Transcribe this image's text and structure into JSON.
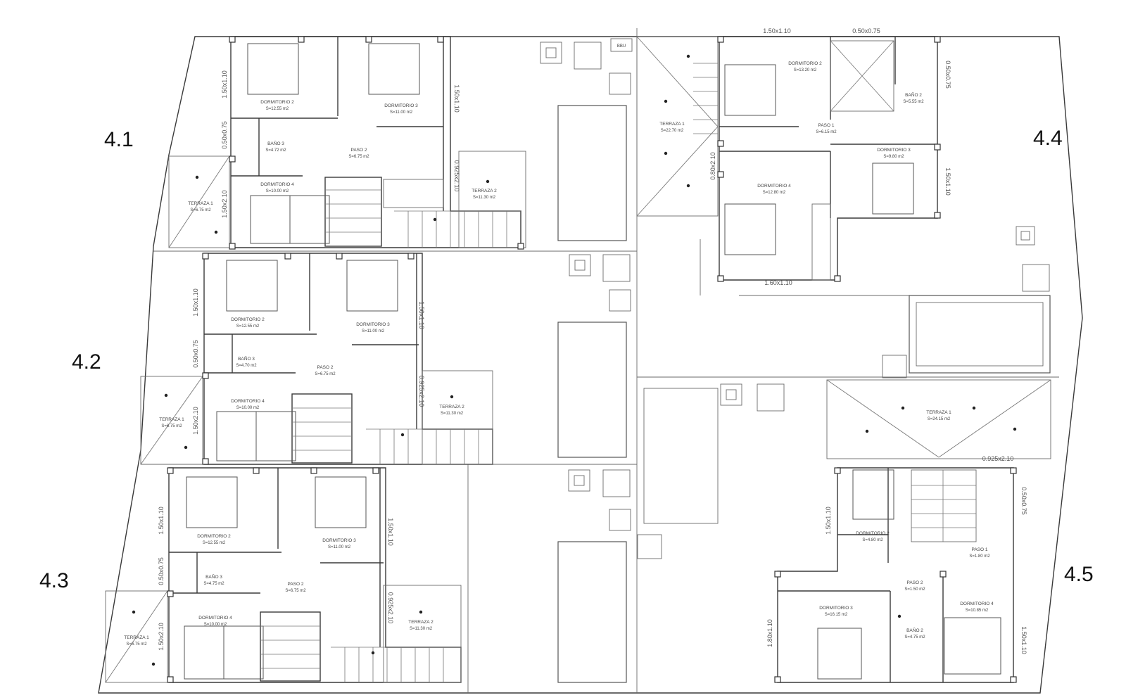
{
  "unit_labels": {
    "u41": "4.1",
    "u42": "4.2",
    "u43": "4.3",
    "u44": "4.4",
    "u45": "4.5"
  },
  "plan_41": {
    "dorm2": {
      "name": "DORMITORIO 2",
      "area": "S=12.55 m2"
    },
    "dorm3": {
      "name": "DORMITORIO 3",
      "area": "S=11.00 m2"
    },
    "bano3": {
      "name": "BAÑO 3",
      "area": "S=4.72 m2"
    },
    "paso2": {
      "name": "PASO 2",
      "area": "S=6.75 m2"
    },
    "dorm4": {
      "name": "DORMITORIO 4",
      "area": "S=10.00 m2"
    },
    "terr1": {
      "name": "TERRAZA 1",
      "area": "S=6.75 m2"
    },
    "terr2": {
      "name": "TERRAZA 2",
      "area": "S=11.30 m2"
    },
    "dims": {
      "d1": "1.50x1.10",
      "d2": "0.50x0.75",
      "d3": "1.50x2.10",
      "d4": "1.50x1.10",
      "d5": "0.925x2.10"
    }
  },
  "plan_42": {
    "dorm2": {
      "name": "DORMITORIO 2",
      "area": "S=12.55 m2"
    },
    "dorm3": {
      "name": "DORMITORIO 3",
      "area": "S=11.00 m2"
    },
    "bano3": {
      "name": "BAÑO 3",
      "area": "S=4.70 m2"
    },
    "paso2": {
      "name": "PASO 2",
      "area": "S=6.75 m2"
    },
    "dorm4": {
      "name": "DORMITORIO 4",
      "area": "S=10.00 m2"
    },
    "terr1": {
      "name": "TERRAZA 1",
      "area": "S=6.75 m2"
    },
    "terr2": {
      "name": "TERRAZA 2",
      "area": "S=11.30 m2"
    },
    "dims": {
      "d1": "1.50x1.10",
      "d2": "0.50x0.75",
      "d3": "1.50x2.10",
      "d4": "1.50x1.10",
      "d5": "0.925x2.10"
    }
  },
  "plan_43": {
    "dorm2": {
      "name": "DORMITORIO 2",
      "area": "S=12.55 m2"
    },
    "dorm3": {
      "name": "DORMITORIO 3",
      "area": "S=11.00 m2"
    },
    "bano3": {
      "name": "BAÑO 3",
      "area": "S=4.75 m2"
    },
    "paso2": {
      "name": "PASO 2",
      "area": "S=6.75 m2"
    },
    "dorm4": {
      "name": "DORMITORIO 4",
      "area": "S=10.00 m2"
    },
    "terr1": {
      "name": "TERRAZA 1",
      "area": "S=6.75 m2"
    },
    "terr2": {
      "name": "TERRAZA 2",
      "area": "S=11.30 m2"
    },
    "dims": {
      "d1": "1.50x1.10",
      "d2": "0.50x0.75",
      "d3": "1.50x2.10",
      "d4": "1.50x1.10",
      "d5": "0.925x2.10"
    }
  },
  "plan_44": {
    "terr1": {
      "name": "TERRAZA 1",
      "area": "S=22.70 m2"
    },
    "dorm2": {
      "name": "DORMITORIO 2",
      "area": "S=13.20 m2"
    },
    "bano2": {
      "name": "BAÑO 2",
      "area": "S=5.55 m2"
    },
    "paso1": {
      "name": "PASO 1",
      "area": "S=6.15 m2"
    },
    "dorm3": {
      "name": "DORMITORIO 3",
      "area": "S=9.80 m2"
    },
    "dorm4": {
      "name": "DORMITORIO 4",
      "area": "S=12.80 m2"
    },
    "misc": "BBU",
    "dims": {
      "d1": "1.50x1.10",
      "d2": "0.50x0.75",
      "d3": "0.50x0.75",
      "d4": "0.80x2.10",
      "d5": "1.50x1.10",
      "d6": "1.60x1.10"
    }
  },
  "plan_45": {
    "terr1": {
      "name": "TERRAZA 1",
      "area": "S=24.15 m2"
    },
    "dorm2": {
      "name": "DORMITORIO 2",
      "area": "S=4.80 m2"
    },
    "paso1": {
      "name": "PASO 1",
      "area": "S=1.80 m2"
    },
    "paso2": {
      "name": "PASO 2",
      "area": "S=1.50 m2"
    },
    "dorm3": {
      "name": "DORMITORIO 3",
      "area": "S=16.15 m2"
    },
    "bano2": {
      "name": "BAÑO 2",
      "area": "S=4.75 m2"
    },
    "dorm4": {
      "name": "DORMITORIO 4",
      "area": "S=10.85 m2"
    },
    "dims": {
      "d1": "0.925x2.10",
      "d2": "1.50x1.10",
      "d3": "0.50x0.75",
      "d4": "1.80x1.10",
      "d5": "1.50x1.10"
    }
  }
}
